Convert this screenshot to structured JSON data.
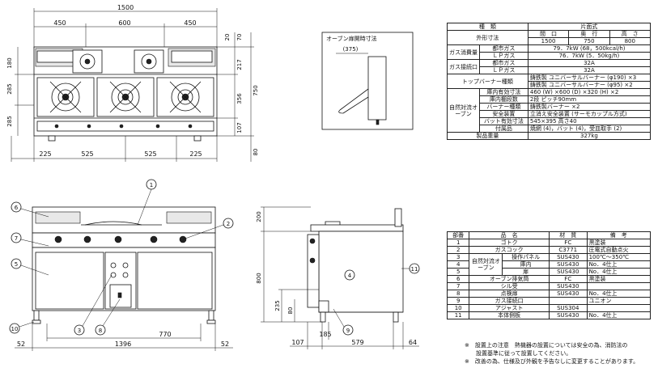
{
  "top_view": {
    "overall_width": "1500",
    "section_widths": [
      "450",
      "600",
      "450"
    ],
    "right_dims": [
      "20",
      "70",
      "217",
      "356",
      "107"
    ],
    "left_dims": [
      "180",
      "285",
      "285"
    ],
    "overall_depth": "750",
    "bottom_dims": [
      "225",
      "525",
      "525",
      "225"
    ],
    "leg_dim": "80"
  },
  "spec_table": {
    "header": [
      "種　類",
      "片面式"
    ],
    "dimension_label": "外形寸法",
    "dimension_headers": [
      "間　口",
      "奥　行",
      "高　さ"
    ],
    "dimension_values": [
      "1500",
      "750",
      "800"
    ],
    "gas_consumption_label": "ガス消費量",
    "gas_connection_label": "ガス接続口",
    "gas_rows": [
      {
        "type": "都市ガス",
        "value": "79．7kW (68，500kcal/h)"
      },
      {
        "type": "ＬＰガス",
        "value": "76．7kW (5．50kg/h)"
      },
      {
        "type": "都市ガス",
        "value": "32A"
      },
      {
        "type": "ＬＰガス",
        "value": "32A"
      }
    ],
    "top_burner_label": "トップバーナー種類",
    "top_burners": [
      "鋳鉄製 ユニバーサルバーナー (φ190) ×3",
      "鋳鉄製 ユニバーサルバーナー (φ95) ×2"
    ],
    "oven_label": "自然対流オーブン",
    "oven_rows": [
      {
        "label": "庫内有効寸法",
        "value": "460 (W) ×600 (D) ×320 (H) ×2"
      },
      {
        "label": "庫内棚段数",
        "value": "2段 ピッチ90mm"
      },
      {
        "label": "バーナー種類",
        "value": "鋳鉄製バーナー ×2"
      },
      {
        "label": "安全装置",
        "value": "立消え安全装置 (サーモカップル方式)"
      },
      {
        "label": "バット有効寸法",
        "value": "545×395 高さ40"
      },
      {
        "label": "付属品",
        "value": "焼網 (4)，バット (4)，受皿取手 (2)"
      }
    ],
    "weight_label": "製品重量",
    "weight_value": "327kg"
  },
  "oven_door_callout": {
    "title": "オーブン扉開時寸法",
    "dim": "(375)"
  },
  "front_view": {
    "callouts": [
      "1",
      "2",
      "3",
      "5",
      "6",
      "7",
      "8",
      "10"
    ],
    "dims": [
      "52",
      "1396",
      "52",
      "770"
    ]
  },
  "side_view": {
    "callouts": [
      "4",
      "9",
      "11"
    ],
    "dims_h": [
      "107",
      "185",
      "579",
      "64"
    ],
    "dims_v": [
      "200",
      "800",
      "235",
      "80"
    ]
  },
  "parts_table": {
    "headers": [
      "部番",
      "品　名",
      "材　質",
      "備　考"
    ],
    "rows": [
      [
        "1",
        "ゴトク",
        "FC",
        "黒塗装"
      ],
      [
        "2",
        "ガスコック",
        "C3771",
        "圧電式自動点火"
      ],
      [
        "3",
        "操作パネル",
        "SUS430",
        "100℃〜350℃"
      ],
      [
        "4",
        "庫内",
        "SUS430",
        "No．4仕上"
      ],
      [
        "5",
        "扉",
        "SUS430",
        "No．4仕上"
      ],
      [
        "6",
        "オーブン排気筒",
        "FC",
        "黒塗装"
      ],
      [
        "7",
        "シル受",
        "SUS430",
        ""
      ],
      [
        "8",
        "点検扉",
        "SUS430",
        "No．4仕上"
      ],
      [
        "9",
        "ガス接続口",
        "",
        "ユニオン"
      ],
      [
        "10",
        "アジャスト",
        "SUS304",
        ""
      ],
      [
        "11",
        "本体側板",
        "SUS430",
        "No．4仕上"
      ]
    ],
    "group_label": "自然対流オーブン"
  },
  "notes": [
    "※　設置上の注意　熱機器の設置については安全の為、消防法の",
    "　　設置基準に従って設置してください。",
    "※　改善の為、仕様及び外観を予告なしに変更することがあります。"
  ]
}
